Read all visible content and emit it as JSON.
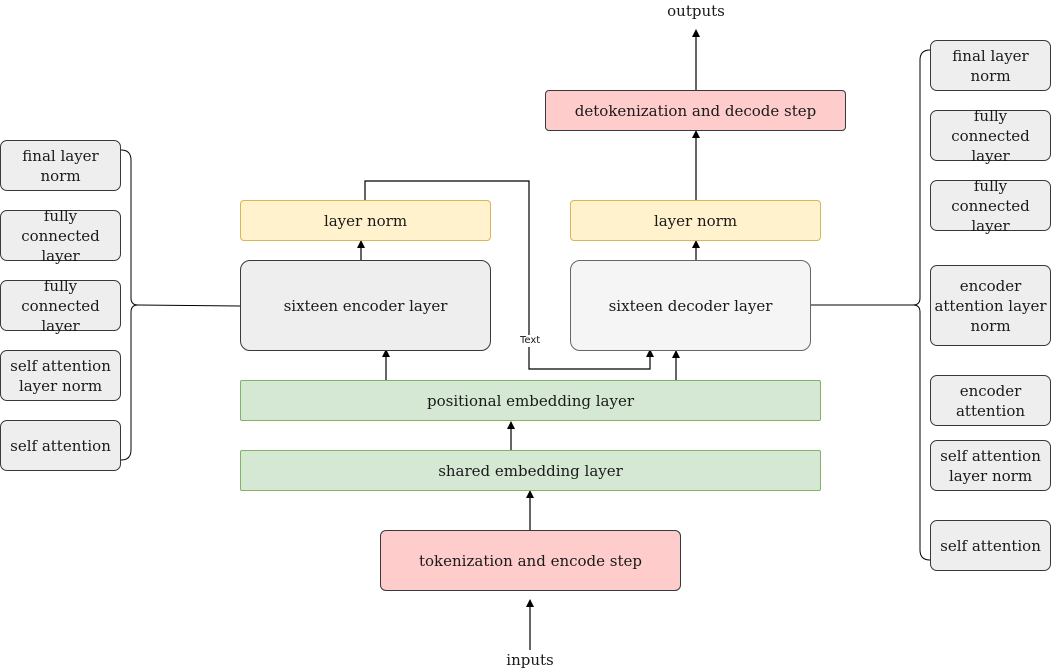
{
  "labels": {
    "outputs": "outputs",
    "inputs": "inputs",
    "text_label": "Text"
  },
  "center": {
    "detokenization": "detokenization and decode step",
    "encoder_norm": "layer norm",
    "decoder_norm": "layer norm",
    "encoder": "sixteen encoder layer",
    "decoder": "sixteen decoder layer",
    "positional": "positional embedding layer",
    "shared": "shared embedding layer",
    "tokenization": "tokenization and encode step"
  },
  "encoder_parts": [
    "final layer norm",
    "fully connected layer",
    "fully connected layer",
    "self attention layer norm",
    "self attention"
  ],
  "decoder_parts": [
    "final layer norm",
    "fully connected layer",
    "fully connected layer",
    "encoder attention layer norm",
    "encoder attention",
    "self attention layer norm",
    "self attention"
  ],
  "colors": {
    "step": "#ffcccc",
    "layer_norm": "#fff2cc",
    "embedding": "#d5e8d4",
    "stack": "#eeeeee"
  }
}
